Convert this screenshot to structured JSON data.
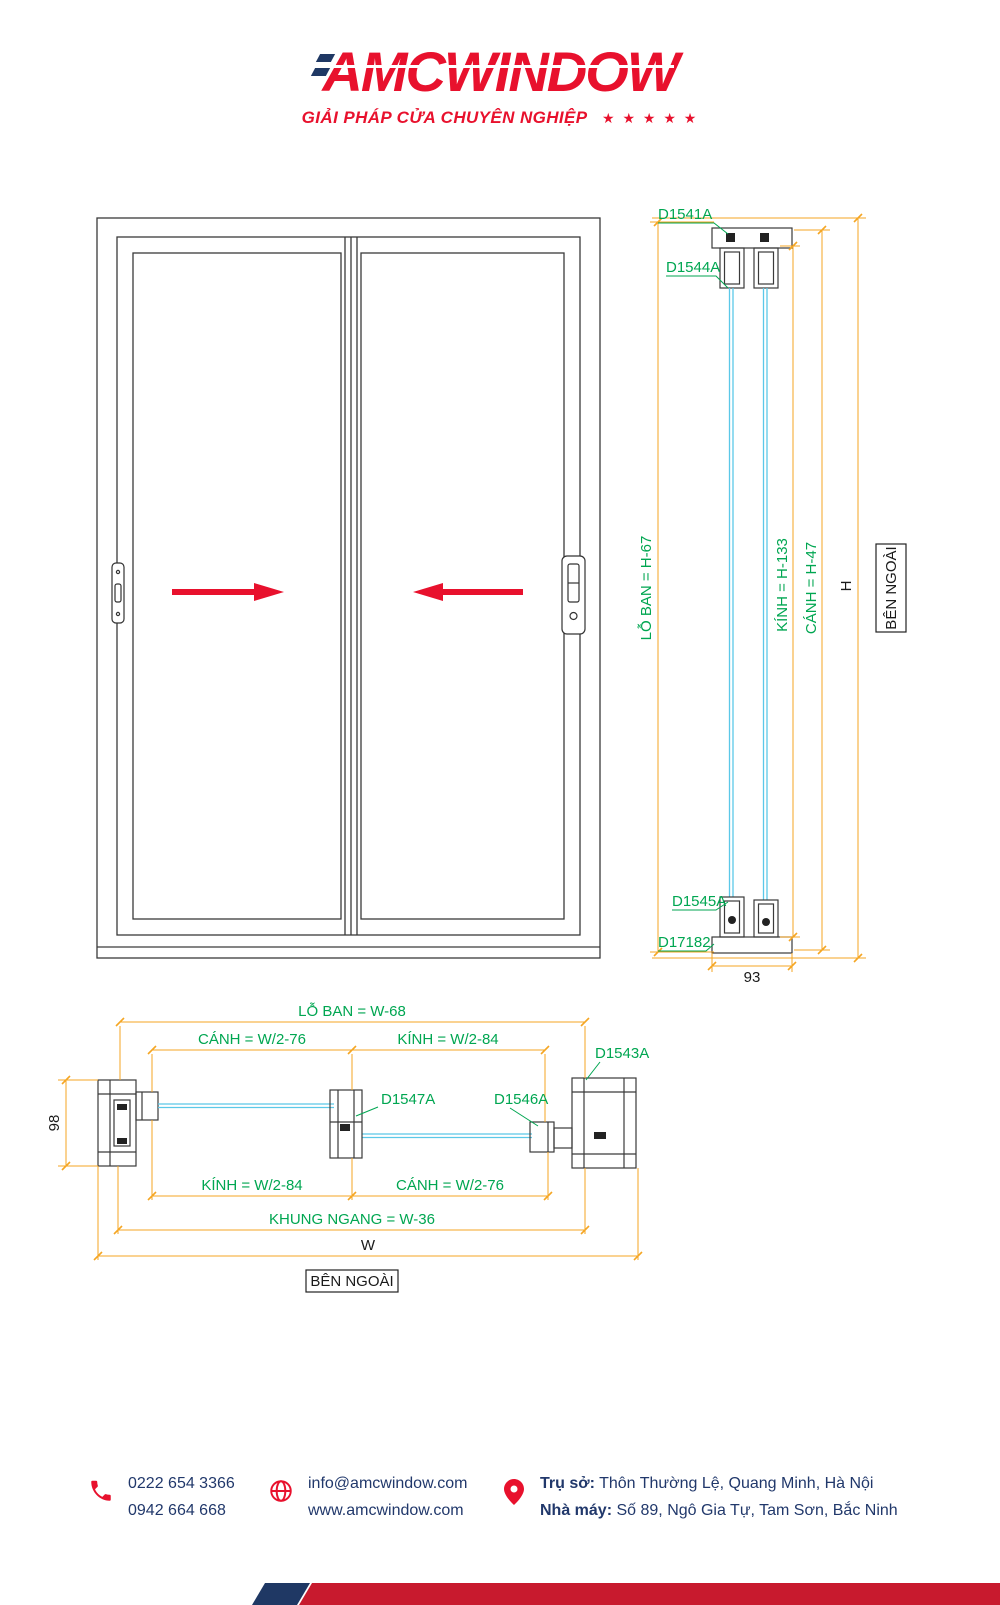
{
  "header": {
    "logo": "AMCWINDOW",
    "tagline": "GIẢI PHÁP CỬA CHUYÊN NGHIỆP",
    "stars": "★ ★ ★ ★ ★"
  },
  "vertical_section": {
    "d1541a": "D1541A",
    "d1544a": "D1544A",
    "d1545a": "D1545A",
    "d17182": "D17182",
    "dim_lo_ban": "LỖ BAN = H-67",
    "dim_kinh": "KÍNH = H-133",
    "dim_canh": "CÁNH = H-47",
    "dim_h": "H",
    "dim_93": "93",
    "ben_ngoai": "BÊN NGOÀI"
  },
  "horizontal_section": {
    "dim_lo_ban": "LỖ BAN = W-68",
    "dim_canh_top": "CÁNH = W/2-76",
    "dim_kinh_top": "KÍNH = W/2-84",
    "d1543a": "D1543A",
    "d1547a": "D1547A",
    "d1546a": "D1546A",
    "dim_98": "98",
    "dim_kinh_bottom": "KÍNH = W/2-84",
    "dim_canh_bottom": "CÁNH = W/2-76",
    "dim_khung_ngang": "KHUNG NGANG = W-36",
    "dim_w": "W",
    "ben_ngoai": "BÊN NGOÀI"
  },
  "footer": {
    "phone1": "0222 654 3366",
    "phone2": "0942 664 668",
    "email": "info@amcwindow.com",
    "website": "www.amcwindow.com",
    "address1_label": "Trụ sở:",
    "address1": "Thôn Thường Lệ, Quang Minh, Hà Nội",
    "address2_label": "Nhà máy:",
    "address2": "Số 89, Ngô Gia Tự, Tam Sơn, Bắc Ninh"
  },
  "colors": {
    "accent_red": "#E8112D",
    "navy": "#1F3864",
    "dim_orange": "#F5A623",
    "label_green": "#00A651",
    "glass_blue": "#5BC8E8"
  }
}
